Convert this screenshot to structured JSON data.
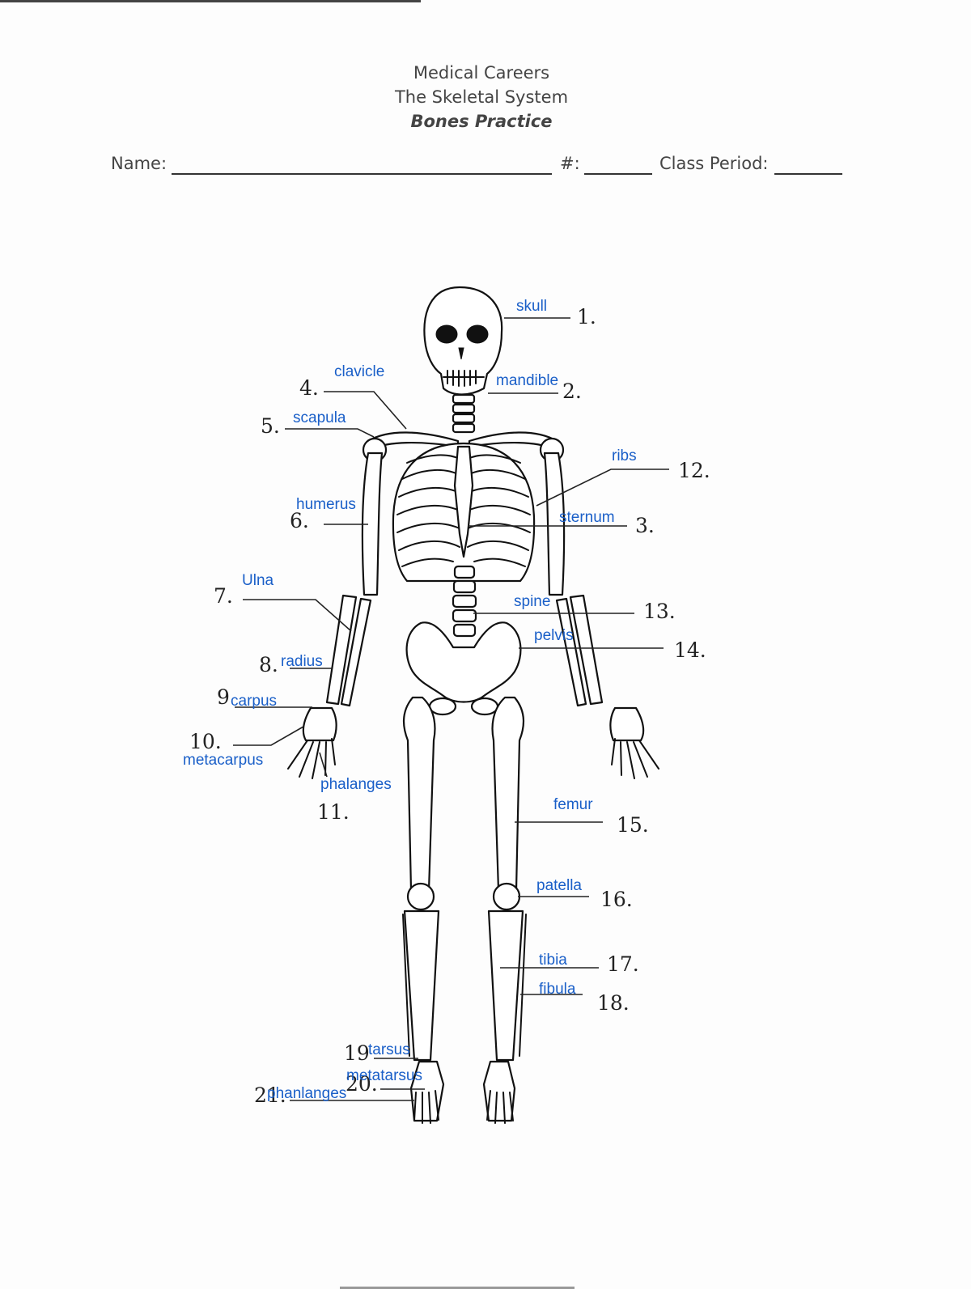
{
  "header": {
    "line1": "Medical Careers",
    "line2": "The Skeletal System",
    "line3": "Bones Practice"
  },
  "form": {
    "name_label": "Name:",
    "number_label": "#:",
    "period_label": "Class Period:"
  },
  "labels": [
    {
      "num": "1.",
      "answer": "skull"
    },
    {
      "num": "2.",
      "answer": "mandible"
    },
    {
      "num": "3.",
      "answer": "sternum"
    },
    {
      "num": "4.",
      "answer": "clavicle"
    },
    {
      "num": "5.",
      "answer": "scapula"
    },
    {
      "num": "6.",
      "answer": "humerus"
    },
    {
      "num": "7.",
      "answer": "Ulna"
    },
    {
      "num": "8.",
      "answer": "radius"
    },
    {
      "num": "9",
      "answer": "carpus"
    },
    {
      "num": "10.",
      "answer": "metacarpus"
    },
    {
      "num": "11.",
      "answer": "phalanges"
    },
    {
      "num": "12.",
      "answer": "ribs"
    },
    {
      "num": "13.",
      "answer": "spine"
    },
    {
      "num": "14.",
      "answer": "pelvis"
    },
    {
      "num": "15.",
      "answer": "femur"
    },
    {
      "num": "16.",
      "answer": "patella"
    },
    {
      "num": "17.",
      "answer": "tibia"
    },
    {
      "num": "18.",
      "answer": "fibula"
    },
    {
      "num": "19",
      "answer": "tarsus"
    },
    {
      "num": "20.",
      "answer": "metatarsus"
    },
    {
      "num": "21.",
      "answer": "phanlanges"
    }
  ],
  "colors": {
    "answer_ink": "#1a5fc8",
    "pencil_ink": "#222222"
  }
}
